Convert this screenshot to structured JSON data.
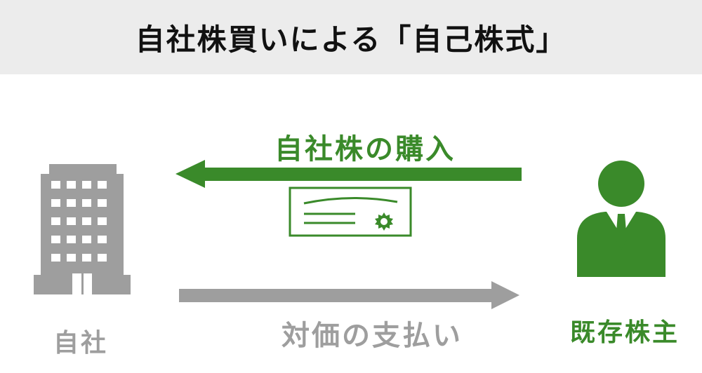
{
  "title": "自社株買いによる「自己株式」",
  "arrow_top": {
    "label": "自社株の購入"
  },
  "arrow_bottom": {
    "label": "対価の支払い"
  },
  "company": {
    "label": "自社",
    "icon": "building-icon"
  },
  "shareholder": {
    "label": "既存株主",
    "icon": "businessman-icon"
  },
  "certificate": {
    "icon": "stock-certificate-icon"
  },
  "colors": {
    "green": "#3a8a2a",
    "gray": "#9e9e9e",
    "header_bg": "#ececec"
  }
}
